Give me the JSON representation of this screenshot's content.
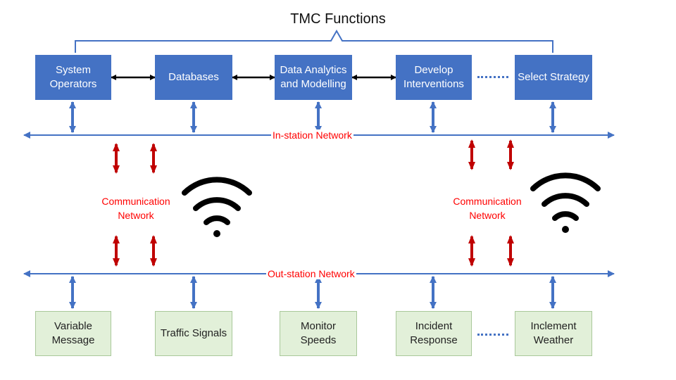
{
  "title": "TMC Functions",
  "functions": [
    "System\nOperators",
    "Databases",
    "Data Analytics\nand Modelling",
    "Develop\nInterventions",
    "Select Strategy"
  ],
  "in_station_network": "In-station Network",
  "out_station_network": "Out-station Network",
  "communication_network": "Communication\nNetwork",
  "devices": [
    "Variable\nMessage",
    "Traffic Signals",
    "Monitor\nSpeeds",
    "Incident\nResponse",
    "Inclement\nWeather"
  ],
  "colors": {
    "box_blue": "#4472C4",
    "device_green": "#E2F0D9",
    "network_blue": "#4472C4",
    "comm_red": "#C00000",
    "label_red": "#FF0000"
  },
  "icons": [
    "wifi-icon",
    "wifi-icon"
  ]
}
